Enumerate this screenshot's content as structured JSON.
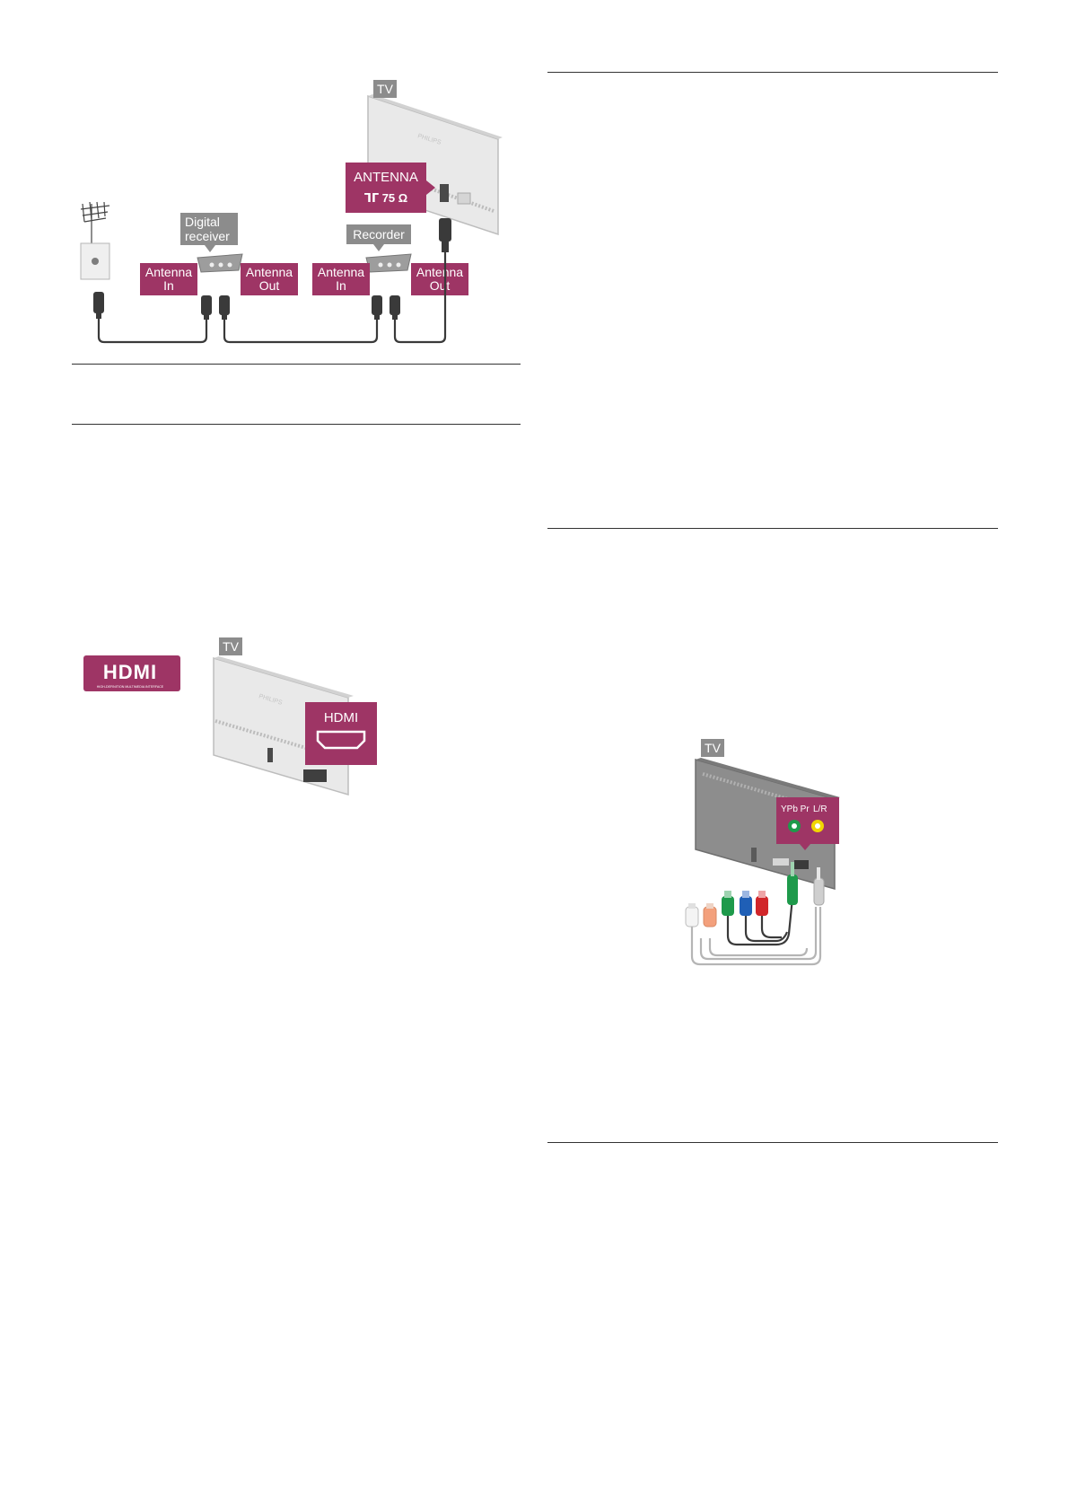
{
  "colors": {
    "label_fill": "#9e3565",
    "label_dark": "#7a1e4a",
    "tag_fill": "#8c8c8c",
    "cable": "#3a3a3a",
    "tv_panel": "#e8e8e8",
    "tv_dark_panel": "#8d8d8d",
    "green": "#1e9a4b",
    "blue": "#1f5fb6",
    "red": "#d1262a",
    "yellow": "#f1d500",
    "white_plug": "#f4f4f4",
    "orange_plug": "#f3a07c"
  },
  "antenna_figure": {
    "tv_tag": "TV",
    "antenna_label": "ANTENNA",
    "antenna_symbol": "ᒣᒥ 75 Ω",
    "brand": "PHILIPS",
    "digital_receiver_tag_line1": "Digital",
    "digital_receiver_tag_line2": "receiver",
    "recorder_tag": "Recorder",
    "antenna_in_line1": "Antenna",
    "antenna_in_line2": "In",
    "antenna_out_line1": "Antenna",
    "antenna_out_line2": "Out"
  },
  "hdmi_figure": {
    "tv_tag": "TV",
    "hdmi_logo_text": "HDMI",
    "hdmi_logo_subtext": "HIGH-DEFINITION MULTIMEDIA INTERFACE",
    "port_label": "HDMI",
    "brand": "PHILIPS"
  },
  "ypbpr_figure": {
    "tv_tag": "TV",
    "port_label_ypbpr": "YPb Pr",
    "port_label_lr": "L/R"
  }
}
